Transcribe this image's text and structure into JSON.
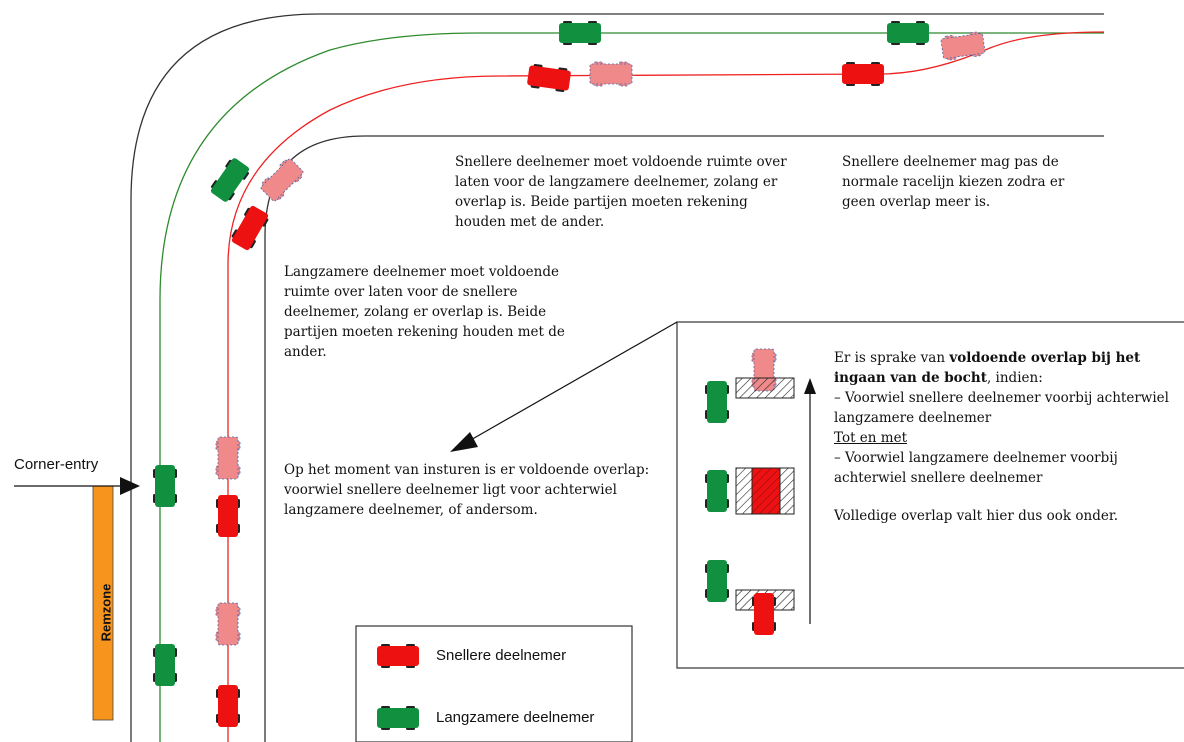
{
  "labels": {
    "corner_entry": "Corner-entry",
    "remzone": "Remzone"
  },
  "notes": {
    "top_middle": "Snellere deelnemer moet voldoende ruimte over laten voor de langzamere deelnemer, zolang er overlap is. Beide partijen moeten rekening houden met de ander.",
    "top_right": "Snellere deelnemer mag pas de normale racelijn kiezen zodra er geen overlap meer is.",
    "middle_left": "Langzamere deelnemer moet voldoende ruimte over laten voor de snellere deelnemer, zolang er overlap is. Beide partijen moeten rekening houden met de ander.",
    "entry": "Op het moment van insturen is er voldoende overlap: voorwiel snellere deelnemer ligt voor achterwiel langzamere deelnemer, of andersom."
  },
  "overlap_box": {
    "intro": "Er is sprake van",
    "bold": "voldoende overlap bij het ingaan van de bocht",
    "after_bold": ", indien:",
    "line1": "– Voorwiel snellere deelnemer voorbij achterwiel langzamere deelnemer",
    "tot_en_met": "Tot en met",
    "line2": "– Voorwiel langzamere deelnemer voorbij achterwiel snellere deelnemer",
    "conclusion": "Volledige overlap valt hier dus ook onder."
  },
  "legend": {
    "faster": "Snellere deelnemer",
    "slower": "Langzamere deelnemer"
  },
  "colors": {
    "faster_car": "#ee1111",
    "faster_ghost": "#f08a8a",
    "slower_car": "#11903f",
    "remzone": "#f7941d",
    "track_line": "#333333",
    "faster_line": "#ee2222",
    "slower_line": "#2e8b2e"
  }
}
